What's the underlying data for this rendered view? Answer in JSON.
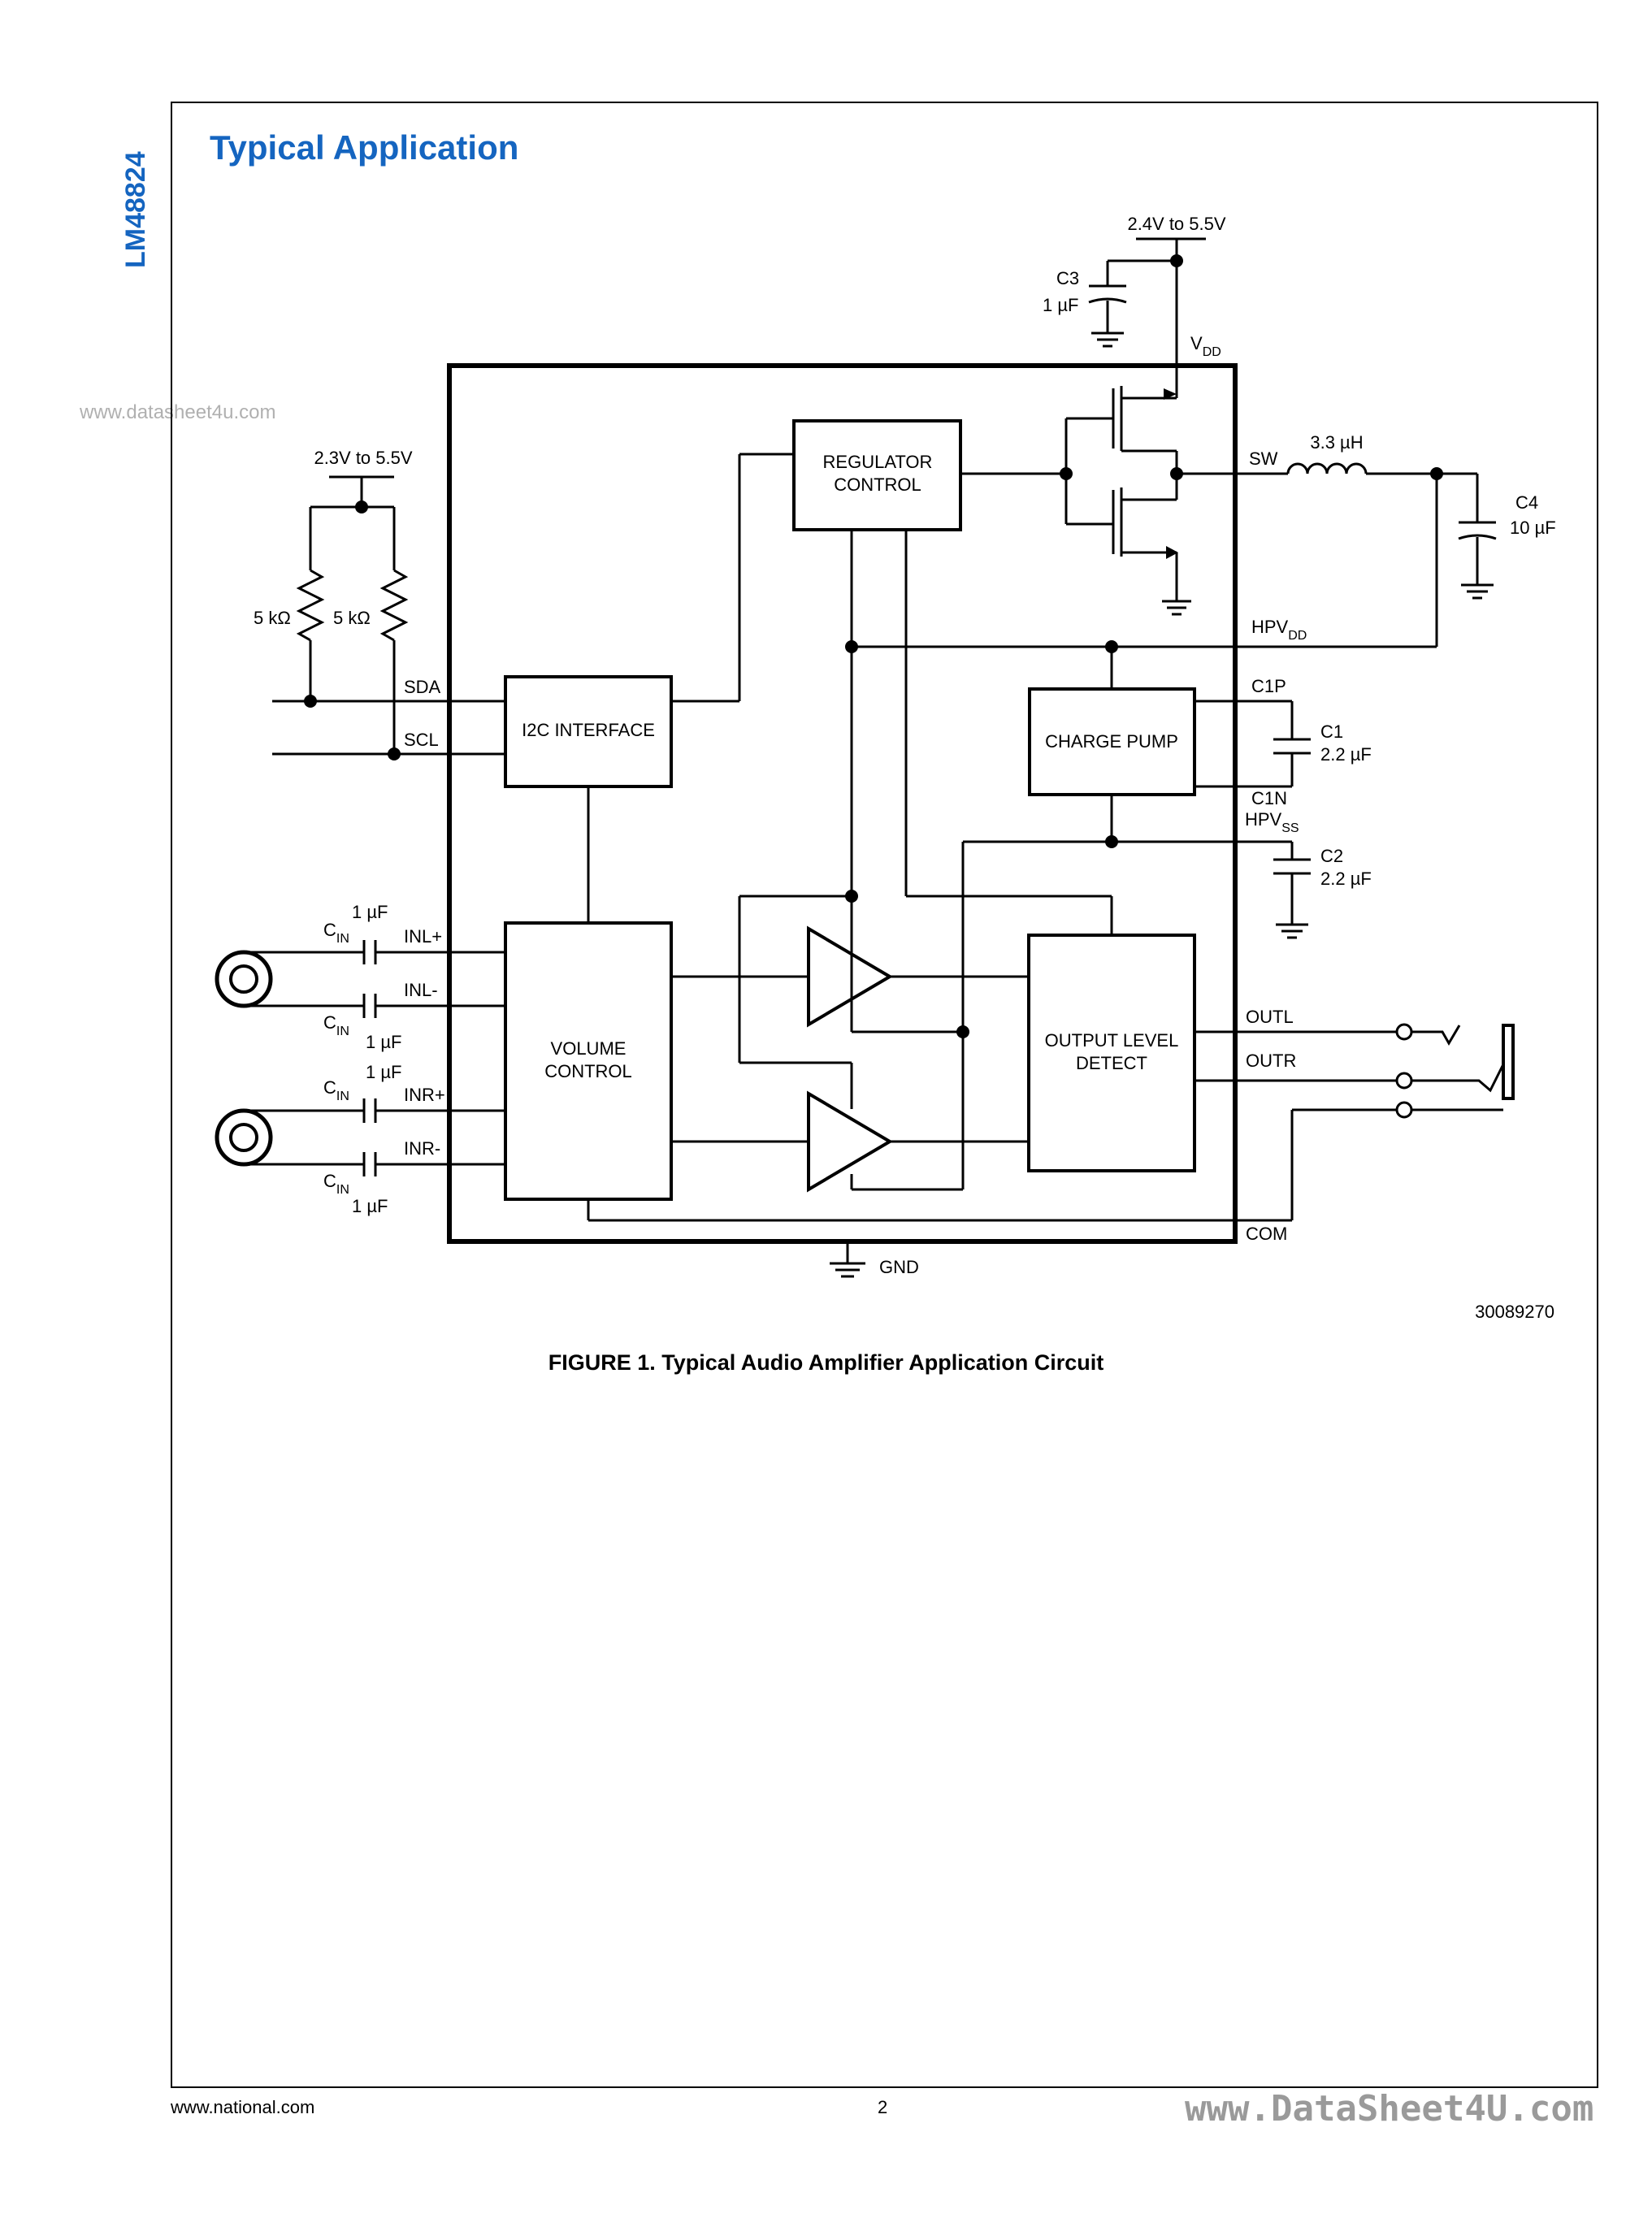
{
  "header": {
    "part_number": "LM48824",
    "section_title": "Typical Application",
    "watermark_top": "www.datasheet4u.com"
  },
  "figure": {
    "caption": "FIGURE 1. Typical Audio Amplifier Application Circuit",
    "drawing_id": "30089270",
    "supply_main": "2.4V to 5.5V",
    "supply_i2c": "2.3V to 5.5V",
    "c3_name": "C3",
    "c3_value": "1 µF",
    "vdd": "V",
    "vdd_sub": "DD",
    "sw": "SW",
    "inductor": "3.3 µH",
    "c4_name": "C4",
    "c4_value": "10 µF",
    "hpvdd": "HPV",
    "hpvdd_sub": "DD",
    "c1p": "C1P",
    "c1_name": "C1",
    "c1_value": "2.2 µF",
    "c1n": "C1N",
    "hpvss": "HPV",
    "hpvss_sub": "SS",
    "c2_name": "C2",
    "c2_value": "2.2 µF",
    "r1": "5 kΩ",
    "r2": "5 kΩ",
    "sda": "SDA",
    "scl": "SCL",
    "cin": "C",
    "cin_sub": "IN",
    "cin_value": "1 µF",
    "inl_plus": "INL+",
    "inl_minus": "INL-",
    "inr_plus": "INR+",
    "inr_minus": "INR-",
    "outl": "OUTL",
    "outr": "OUTR",
    "com": "COM",
    "gnd": "GND",
    "blocks": {
      "regulator_1": "REGULATOR",
      "regulator_2": "CONTROL",
      "i2c": "I2C INTERFACE",
      "charge_pump": "CHARGE PUMP",
      "volume_1": "VOLUME",
      "volume_2": "CONTROL",
      "output_1": "OUTPUT LEVEL",
      "output_2": "DETECT"
    }
  },
  "footer": {
    "website": "www.national.com",
    "page_number": "2",
    "watermark": "www.DataSheet4U.com"
  },
  "colors": {
    "accent_blue": "#1565c0",
    "watermark_gray": "#9a9a9a"
  }
}
